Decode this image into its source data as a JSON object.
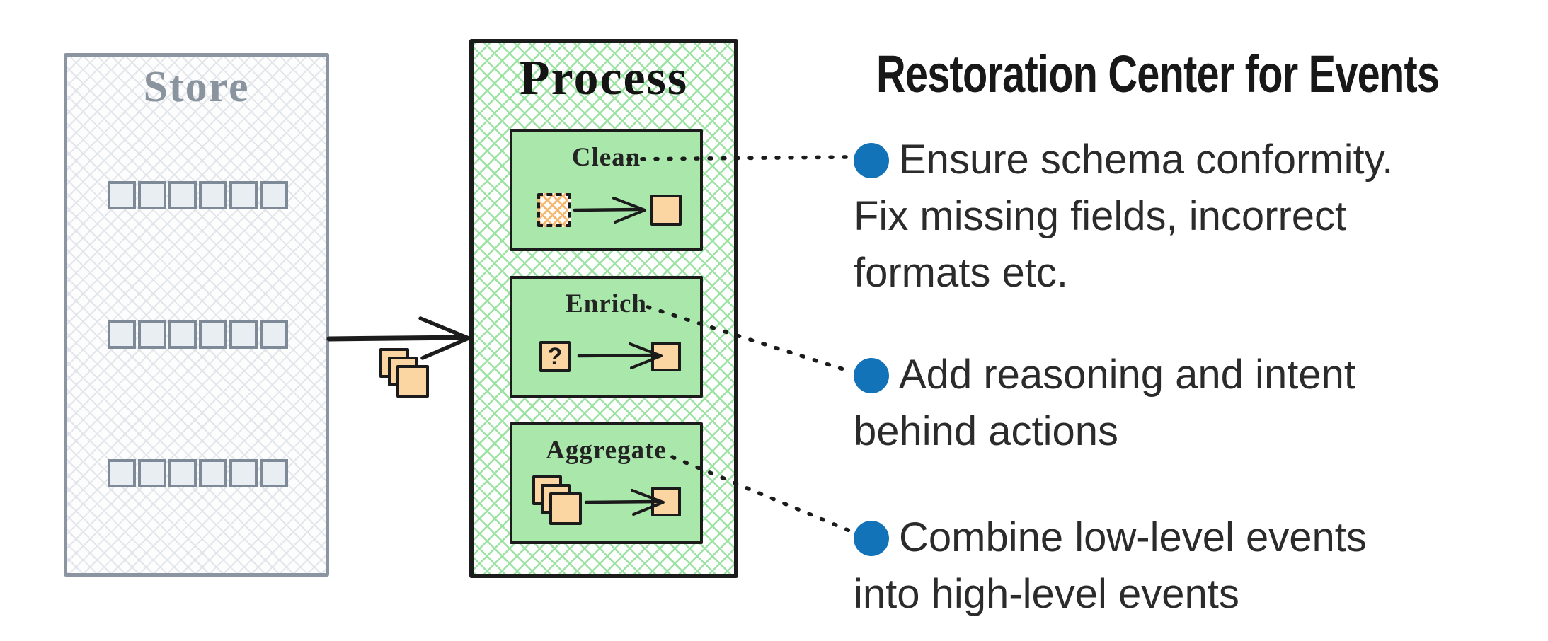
{
  "store": {
    "title": "Store",
    "rows": 3,
    "cells_per_row": 6
  },
  "process": {
    "title": "Process",
    "steps": [
      {
        "label": "Clean"
      },
      {
        "label": "Enrich",
        "unknown_mark": "?"
      },
      {
        "label": "Aggregate"
      }
    ]
  },
  "notes": {
    "heading": "Restoration Center for Events",
    "items": [
      {
        "lines": [
          "Ensure schema conformity.",
          "Fix missing fields, incorrect",
          "formats etc."
        ]
      },
      {
        "lines": [
          "Add reasoning and intent",
          "behind actions"
        ]
      },
      {
        "lines": [
          "Combine low-level events",
          "into high-level events"
        ]
      }
    ]
  },
  "colors": {
    "bullet_blue": "#1273b8",
    "process_green_fill": "#a9e7aa",
    "process_hatch_green": "#9be2a3",
    "event_orange": "#fcd6a2",
    "store_gray_border": "#8b95a1",
    "store_cell_fill": "#e9eef3",
    "ink": "#1c1c1c"
  }
}
